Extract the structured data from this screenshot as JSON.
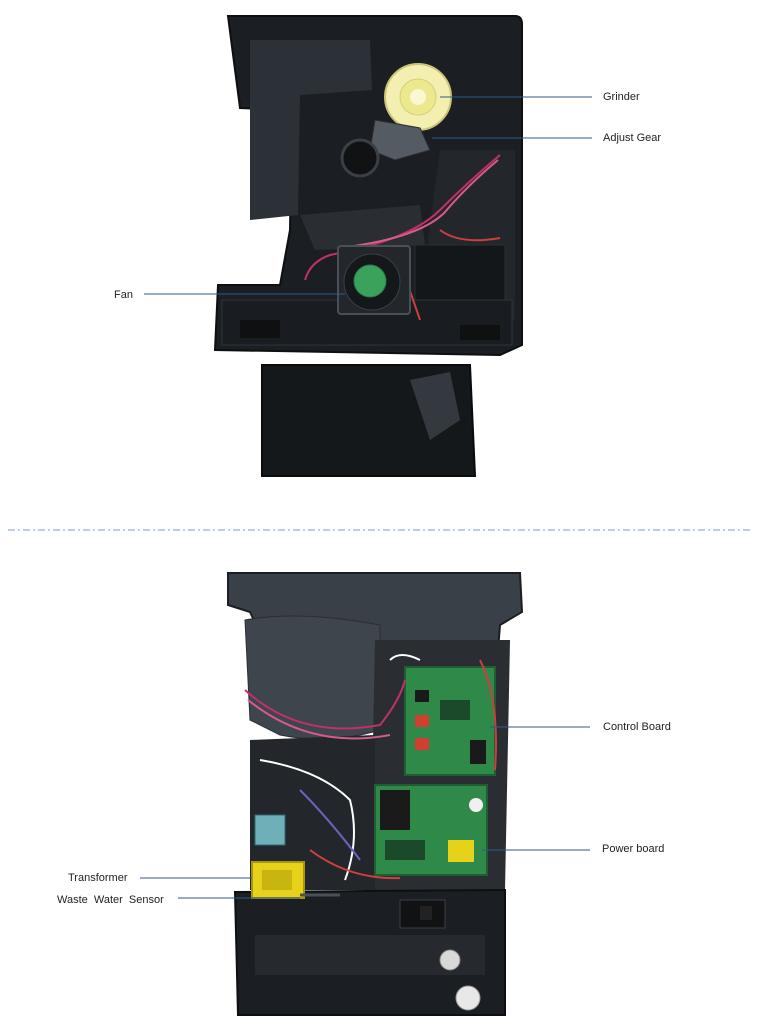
{
  "labels": {
    "grinder": "Grinder",
    "adjust_gear": "Adjust Gear",
    "fan": "Fan",
    "control_board": "Control Board",
    "power_board": "Power board",
    "transformer": "Transformer",
    "waste_water_sensor": "Waste  Water  Sensor"
  },
  "colors": {
    "leader_line": "#2f5a8a",
    "separator": "#7a9cc0",
    "housing": "#1b1e22",
    "housing_light": "#3a4048",
    "grinder": "#f2efb0",
    "fan_rotor": "#3aa25a",
    "pcb": "#2f8a4a",
    "transformer": "#e6d21a"
  }
}
